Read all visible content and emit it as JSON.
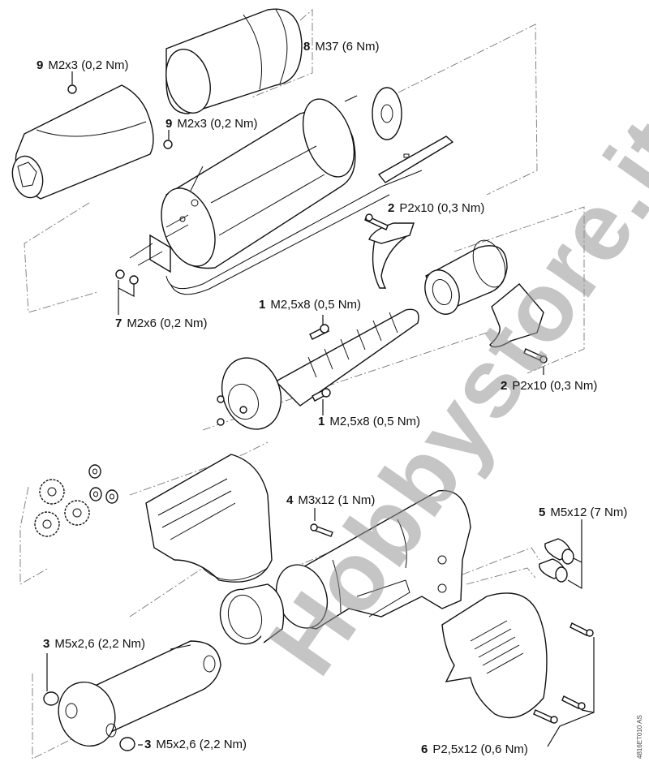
{
  "diagram": {
    "type": "exploded-parts-view",
    "document_id": "4816ET010 AS",
    "watermark": "Hobbystore.it",
    "colors": {
      "line": "#111111",
      "leader_dash": "#777777",
      "watermark": "#969696",
      "background": "#ffffff"
    },
    "callouts": [
      {
        "id": "c9a",
        "number": "9",
        "spec": "M2x3 (0,2 Nm)"
      },
      {
        "id": "c8",
        "number": "8",
        "spec": "M37 (6 Nm)"
      },
      {
        "id": "c9b",
        "number": "9",
        "spec": "M2x3 (0,2 Nm)"
      },
      {
        "id": "c2a",
        "number": "2",
        "spec": "P2x10 (0,3 Nm)"
      },
      {
        "id": "c7",
        "number": "7",
        "spec": "M2x6 (0,2 Nm)"
      },
      {
        "id": "c1a",
        "number": "1",
        "spec": "M2,5x8 (0,5 Nm)"
      },
      {
        "id": "c2b",
        "number": "2",
        "spec": "P2x10 (0,3 Nm)"
      },
      {
        "id": "c1b",
        "number": "1",
        "spec": "M2,5x8 (0,5 Nm)"
      },
      {
        "id": "c4",
        "number": "4",
        "spec": "M3x12 (1 Nm)"
      },
      {
        "id": "c5",
        "number": "5",
        "spec": "M5x12 (7 Nm)"
      },
      {
        "id": "c3a",
        "number": "3",
        "spec": "M5x2,6 (2,2 Nm)"
      },
      {
        "id": "c3b",
        "number": "3",
        "spec": "M5x2,6 (2,2 Nm)"
      },
      {
        "id": "c6",
        "number": "6",
        "spec": "P2,5x12 (0,6 Nm)"
      }
    ],
    "parts": [
      "end-cap-housing",
      "battery-tube",
      "washer-disc",
      "motor-assembly",
      "circuit-board-strip",
      "connector-plate",
      "clamp-upper",
      "spindle-coupling",
      "clamp-lower",
      "drive-shaft-spindle",
      "planetary-gears",
      "gear-washers",
      "gear-housing-cover",
      "main-housing",
      "seal-ring",
      "handle-tube",
      "grip-guard"
    ]
  }
}
